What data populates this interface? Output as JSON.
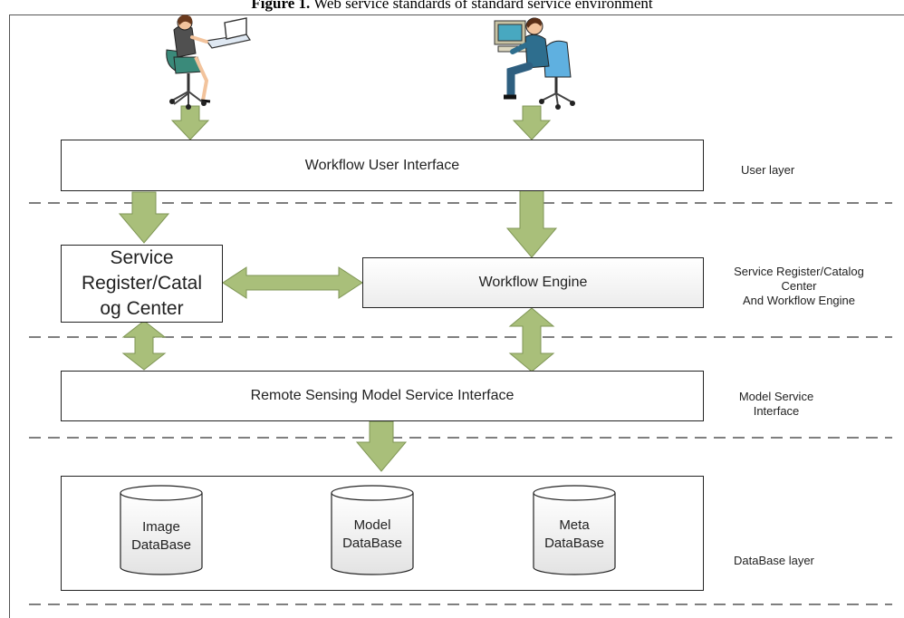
{
  "caption": {
    "number": "Figure 1.",
    "text": "Web service standards of standard service environment"
  },
  "diagram": {
    "workflow_ui": "Workflow User Interface",
    "registry": "Service Register/Catalog Center",
    "registry_lines": [
      "Service",
      "Register/Catal",
      "og Center"
    ],
    "engine": "Workflow Engine",
    "model_service": "Remote Sensing Model Service Interface",
    "databases": [
      {
        "line1": "Image",
        "line2": "DataBase"
      },
      {
        "line1": "Model",
        "line2": "DataBase"
      },
      {
        "line1": "Meta",
        "line2": "DataBase"
      }
    ]
  },
  "layers": {
    "user": "User layer",
    "registry_lines": [
      "Service Register/Catalog",
      "Center",
      "And Workflow Engine"
    ],
    "model_lines": [
      "Model Service",
      "Interface"
    ],
    "database": "DataBase layer"
  },
  "colors": {
    "arrow_fill": "#a9bf7a",
    "arrow_stroke": "#7f9655",
    "box_border": "#222222",
    "dash": "#555555"
  },
  "icons": [
    "woman-at-laptop-icon",
    "man-at-computer-icon"
  ]
}
